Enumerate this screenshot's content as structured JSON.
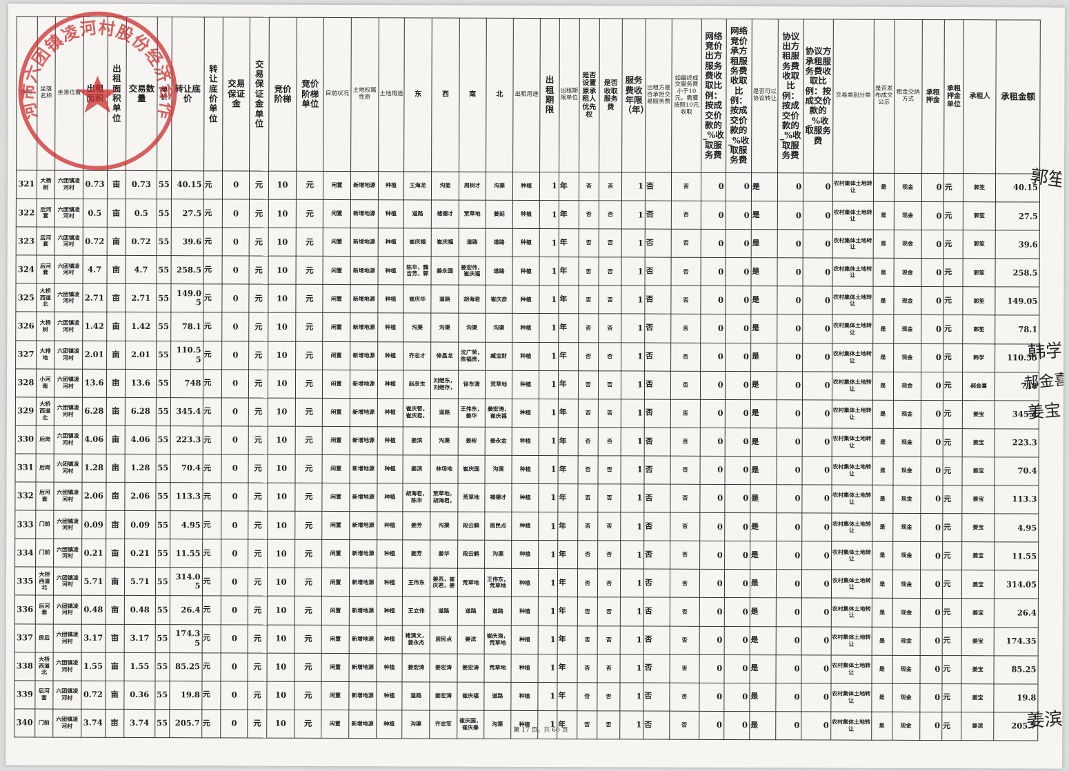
{
  "seal": {
    "text": "庄河市六团镇凌河村股份经济合作社",
    "color": "#cf2d2d"
  },
  "headers": [
    "序号",
    "坐落名称",
    "坐落位置",
    "出租面积",
    "出租面积单位",
    "交易数量",
    "单价",
    "转让底价",
    "转让底价单位",
    "交易保证金",
    "交易保证金单位",
    "竞价阶梯",
    "竞价阶梯单位",
    "目前状况",
    "土地权属性质",
    "土地用途",
    "东",
    "西",
    "南",
    "北",
    "出租用途",
    "出租期限",
    "出租期限单位",
    "是否设置原承租人优先权",
    "是否收取服务费",
    "服务费收年限（年）",
    "出租方是否承担交易服务费",
    "如最终成交服务费小于10元，需要按照10元收取",
    "网络竞价出方服务费收取比例：按成交价款的_%收取服务费",
    "网络竞价承方租服务费收取比例：按成交价款的_%收取服务费",
    "是否可以协议转让",
    "协议出方租服务费收取比例：按成交价款的_%收取服务费",
    "协议方承租服务费收取比例：按成交价款的_%收取服务费",
    "交易类别分类",
    "是否发布成交公示",
    "租金交纳方式",
    "承租押金",
    "承租押金单位",
    "承租人",
    "承租金额"
  ],
  "rows": [
    [
      "321",
      "大杨树",
      "六团镇凌河村",
      "0.73",
      "亩",
      "0.73",
      "55",
      "40.15",
      "元",
      "0",
      "元",
      "10",
      "元",
      "闲置",
      "新增地源",
      "种植",
      "王海龙",
      "沟堑",
      "周树才",
      "沟渠",
      "种植",
      "1",
      "年",
      "否",
      "否",
      "1",
      "否",
      "否",
      "0",
      "0",
      "是",
      "0",
      "0",
      "农村集体土地转让",
      "是",
      "现金",
      "0",
      "元",
      "郭笙",
      "40.15"
    ],
    [
      "322",
      "后河套",
      "六团镇凌河村",
      "0.5",
      "亩",
      "0.5",
      "55",
      "27.5",
      "元",
      "0",
      "元",
      "10",
      "元",
      "闲置",
      "新增地源",
      "种植",
      "道路",
      "褚德才",
      "荒草地",
      "姜延",
      "种植",
      "1",
      "年",
      "否",
      "否",
      "1",
      "否",
      "否",
      "0",
      "0",
      "是",
      "0",
      "0",
      "农村集体土地转让",
      "是",
      "现金",
      "0",
      "元",
      "郭笙",
      "27.5"
    ],
    [
      "323",
      "后河套",
      "六团镇凌河村",
      "0.72",
      "亩",
      "0.72",
      "55",
      "39.6",
      "元",
      "0",
      "元",
      "10",
      "元",
      "闲置",
      "新增地源",
      "种植",
      "崔庆福",
      "崔庆福",
      "道路",
      "道路",
      "种植",
      "1",
      "年",
      "否",
      "否",
      "1",
      "否",
      "否",
      "0",
      "0",
      "是",
      "0",
      "0",
      "农村集体土地转让",
      "是",
      "现金",
      "0",
      "元",
      "郭笙",
      "39.6"
    ],
    [
      "324",
      "后河套",
      "六团镇凌河村",
      "4.7",
      "亩",
      "4.7",
      "55",
      "258.5",
      "元",
      "0",
      "元",
      "10",
      "元",
      "闲置",
      "新增地源",
      "种植",
      "陈华，魏吉芳，郭",
      "姜永国",
      "姜宏伟，崔庆福",
      "道路",
      "种植",
      "1",
      "年",
      "否",
      "否",
      "1",
      "否",
      "否",
      "0",
      "0",
      "是",
      "0",
      "0",
      "农村集体土地转让",
      "是",
      "现金",
      "0",
      "元",
      "郭笙",
      "258.5"
    ],
    [
      "325",
      "大桥西道北",
      "六团镇凌河村",
      "2.71",
      "亩",
      "2.71",
      "55",
      "149.05",
      "元",
      "0",
      "元",
      "10",
      "元",
      "闲置",
      "新增地源",
      "种植",
      "崔庆华",
      "道路",
      "胡海君",
      "崔庆彦",
      "种植",
      "1",
      "年",
      "否",
      "否",
      "1",
      "否",
      "否",
      "0",
      "0",
      "是",
      "0",
      "0",
      "农村集体土地转让",
      "是",
      "现金",
      "0",
      "元",
      "郭笙",
      "149.05"
    ],
    [
      "326",
      "大杨树",
      "六团镇凌河村",
      "1.42",
      "亩",
      "1.42",
      "55",
      "78.1",
      "元",
      "0",
      "元",
      "10",
      "元",
      "闲置",
      "新增地源",
      "种植",
      "沟渠",
      "沟渠",
      "沟渠",
      "沟渠",
      "种植",
      "1",
      "年",
      "否",
      "否",
      "1",
      "否",
      "否",
      "0",
      "0",
      "是",
      "0",
      "0",
      "农村集体土地转让",
      "是",
      "现金",
      "0",
      "元",
      "郭笙",
      "78.1"
    ],
    [
      "327",
      "大排地",
      "六团镇凌河村",
      "2.01",
      "亩",
      "2.01",
      "55",
      "110.55",
      "元",
      "0",
      "元",
      "10",
      "元",
      "闲置",
      "新增地源",
      "种植",
      "齐志才",
      "修昌龙",
      "沈广荣，陈福贵，",
      "臧宝财",
      "种植",
      "1",
      "年",
      "否",
      "否",
      "1",
      "否",
      "否",
      "0",
      "0",
      "是",
      "0",
      "0",
      "农村集体土地转让",
      "是",
      "现金",
      "0",
      "元",
      "韩学",
      "110.55"
    ],
    [
      "328",
      "小河南",
      "六团镇凌河村",
      "13.6",
      "亩",
      "13.6",
      "55",
      "748",
      "元",
      "0",
      "元",
      "10",
      "元",
      "闲置",
      "新增地源",
      "种植",
      "赵彦生",
      "刘继东，刘继存，",
      "徐东清",
      "荒草地",
      "种植",
      "1",
      "年",
      "否",
      "否",
      "1",
      "否",
      "否",
      "0",
      "0",
      "是",
      "0",
      "0",
      "农村集体土地转让",
      "是",
      "现金",
      "0",
      "元",
      "郝金喜",
      "748"
    ],
    [
      "329",
      "大桥西道北",
      "六团镇凌河村",
      "6.28",
      "亩",
      "6.28",
      "55",
      "345.4",
      "元",
      "0",
      "元",
      "10",
      "元",
      "闲置",
      "新增地源",
      "种植",
      "崔庆智，崔庆君，",
      "道路",
      "王伟东，姜华",
      "姜宏涛，崔庆福",
      "种植",
      "1",
      "年",
      "否",
      "否",
      "1",
      "否",
      "否",
      "0",
      "0",
      "是",
      "0",
      "0",
      "农村集体土地转让",
      "是",
      "现金",
      "0",
      "元",
      "姜宝",
      "345.4"
    ],
    [
      "330",
      "后岗",
      "六团镇凌河村",
      "4.06",
      "亩",
      "4.06",
      "55",
      "223.3",
      "元",
      "0",
      "元",
      "10",
      "元",
      "闲置",
      "新增地源",
      "种植",
      "姜滨",
      "沟渠",
      "姜彬",
      "姜永金",
      "种植",
      "1",
      "年",
      "否",
      "否",
      "1",
      "否",
      "否",
      "0",
      "0",
      "是",
      "0",
      "0",
      "农村集体土地转让",
      "是",
      "现金",
      "0",
      "元",
      "姜宝",
      "223.3"
    ],
    [
      "331",
      "后岗",
      "六团镇凌河村",
      "1.28",
      "亩",
      "1.28",
      "55",
      "70.4",
      "元",
      "0",
      "元",
      "10",
      "元",
      "闲置",
      "新增地源",
      "种植",
      "姜滨",
      "林场地",
      "崔庆国",
      "沟渠",
      "种植",
      "1",
      "年",
      "否",
      "否",
      "1",
      "否",
      "否",
      "0",
      "0",
      "是",
      "0",
      "0",
      "农村集体土地转让",
      "是",
      "现金",
      "0",
      "元",
      "姜宝",
      "70.4"
    ],
    [
      "332",
      "后河套",
      "六团镇凌河村",
      "2.06",
      "亩",
      "2.06",
      "55",
      "113.3",
      "元",
      "0",
      "元",
      "10",
      "元",
      "闲置",
      "新增地源",
      "种植",
      "胡海君，陈华",
      "荒草地，胡海君，",
      "荒草地",
      "褚德才",
      "种植",
      "1",
      "年",
      "否",
      "否",
      "1",
      "否",
      "否",
      "0",
      "0",
      "是",
      "0",
      "0",
      "农村集体土地转让",
      "是",
      "现金",
      "0",
      "元",
      "姜宝",
      "113.3"
    ],
    [
      "333",
      "门前",
      "六团镇凌河村",
      "0.09",
      "亩",
      "0.09",
      "55",
      "4.95",
      "元",
      "0",
      "元",
      "10",
      "元",
      "闲置",
      "新增地源",
      "种植",
      "姜芳",
      "沟渠",
      "段云鹤",
      "居民点",
      "种植",
      "1",
      "年",
      "否",
      "否",
      "1",
      "否",
      "否",
      "0",
      "0",
      "是",
      "0",
      "0",
      "农村集体土地转让",
      "是",
      "现金",
      "0",
      "元",
      "姜宝",
      "4.95"
    ],
    [
      "334",
      "门前",
      "六团镇凌河村",
      "0.21",
      "亩",
      "0.21",
      "55",
      "11.55",
      "元",
      "0",
      "元",
      "10",
      "元",
      "闲置",
      "新增地源",
      "种植",
      "姜芳",
      "姜华",
      "段云鹤",
      "沟渠",
      "种植",
      "1",
      "年",
      "否",
      "否",
      "1",
      "否",
      "否",
      "0",
      "0",
      "是",
      "0",
      "0",
      "农村集体土地转让",
      "是",
      "现金",
      "0",
      "元",
      "姜宝",
      "11.55"
    ],
    [
      "335",
      "大桥西道北",
      "六团镇凌河村",
      "5.71",
      "亩",
      "5.71",
      "55",
      "314.05",
      "元",
      "0",
      "元",
      "10",
      "元",
      "闲置",
      "新增地源",
      "种植",
      "王伟东",
      "姜苏，崔庆君，姜",
      "荒草地",
      "王伟东，荒草地",
      "种植",
      "1",
      "年",
      "否",
      "否",
      "1",
      "否",
      "否",
      "0",
      "0",
      "是",
      "0",
      "0",
      "农村集体土地转让",
      "是",
      "现金",
      "0",
      "元",
      "姜宝",
      "314.05"
    ],
    [
      "336",
      "后河套",
      "六团镇凌河村",
      "0.48",
      "亩",
      "0.48",
      "55",
      "26.4",
      "元",
      "0",
      "元",
      "10",
      "元",
      "闲置",
      "新增地源",
      "种植",
      "王立伟",
      "道路",
      "道路",
      "道路",
      "种植",
      "1",
      "年",
      "否",
      "否",
      "1",
      "否",
      "否",
      "0",
      "0",
      "是",
      "0",
      "0",
      "农村集体土地转让",
      "是",
      "现金",
      "0",
      "元",
      "姜宝",
      "26.4"
    ],
    [
      "337",
      "房后",
      "六团镇凌河村",
      "3.17",
      "亩",
      "3.17",
      "55",
      "174.35",
      "元",
      "0",
      "元",
      "10",
      "元",
      "闲置",
      "新增地源",
      "种植",
      "褚清文，姜永杰",
      "居民点",
      "姜滨",
      "崔庆海，荒草地",
      "种植",
      "1",
      "年",
      "否",
      "否",
      "1",
      "否",
      "否",
      "0",
      "0",
      "是",
      "0",
      "0",
      "农村集体土地转让",
      "是",
      "现金",
      "0",
      "元",
      "姜宝",
      "174.35"
    ],
    [
      "338",
      "大桥西道北",
      "六团镇凌河村",
      "1.55",
      "亩",
      "1.55",
      "55",
      "85.25",
      "元",
      "0",
      "元",
      "10",
      "元",
      "闲置",
      "新增地源",
      "种植",
      "姜宏涛",
      "姜宏涛",
      "姜宏涛",
      "荒草地",
      "种植",
      "1",
      "年",
      "否",
      "否",
      "1",
      "否",
      "否",
      "0",
      "0",
      "是",
      "0",
      "0",
      "农村集体土地转让",
      "是",
      "现金",
      "0",
      "元",
      "姜宝",
      "85.25"
    ],
    [
      "339",
      "后河套",
      "六团镇凌河村",
      "0.72",
      "亩",
      "0.36",
      "55",
      "19.8",
      "元",
      "0",
      "元",
      "10",
      "元",
      "闲置",
      "新增地源",
      "种植",
      "道路",
      "姜宏涛",
      "崔庆福",
      "道路",
      "种植",
      "1",
      "年",
      "否",
      "否",
      "1",
      "否",
      "否",
      "0",
      "0",
      "是",
      "0",
      "0",
      "农村集体土地转让",
      "是",
      "现金",
      "0",
      "元",
      "姜宝",
      "19.8"
    ],
    [
      "340",
      "门前",
      "六团镇凌河村",
      "3.74",
      "亩",
      "3.74",
      "55",
      "205.7",
      "元",
      "0",
      "元",
      "10",
      "元",
      "闲置",
      "新增地源",
      "种植",
      "沟渠",
      "齐志军",
      "崔庆国，崔庆春",
      "沟渠",
      "种植",
      "1",
      "年",
      "否",
      "否",
      "1",
      "否",
      "否",
      "0",
      "0",
      "是",
      "0",
      "0",
      "农村集体土地转让",
      "是",
      "现金",
      "0",
      "元",
      "姜滨",
      "205.7"
    ]
  ],
  "footer": "第 17 页，共 60 页",
  "signatures": {
    "sig_321": "郭笙",
    "sig_327": "韩学",
    "sig_328": "郝金喜",
    "sig_329": "姜宝",
    "sig_340": "姜滨"
  }
}
